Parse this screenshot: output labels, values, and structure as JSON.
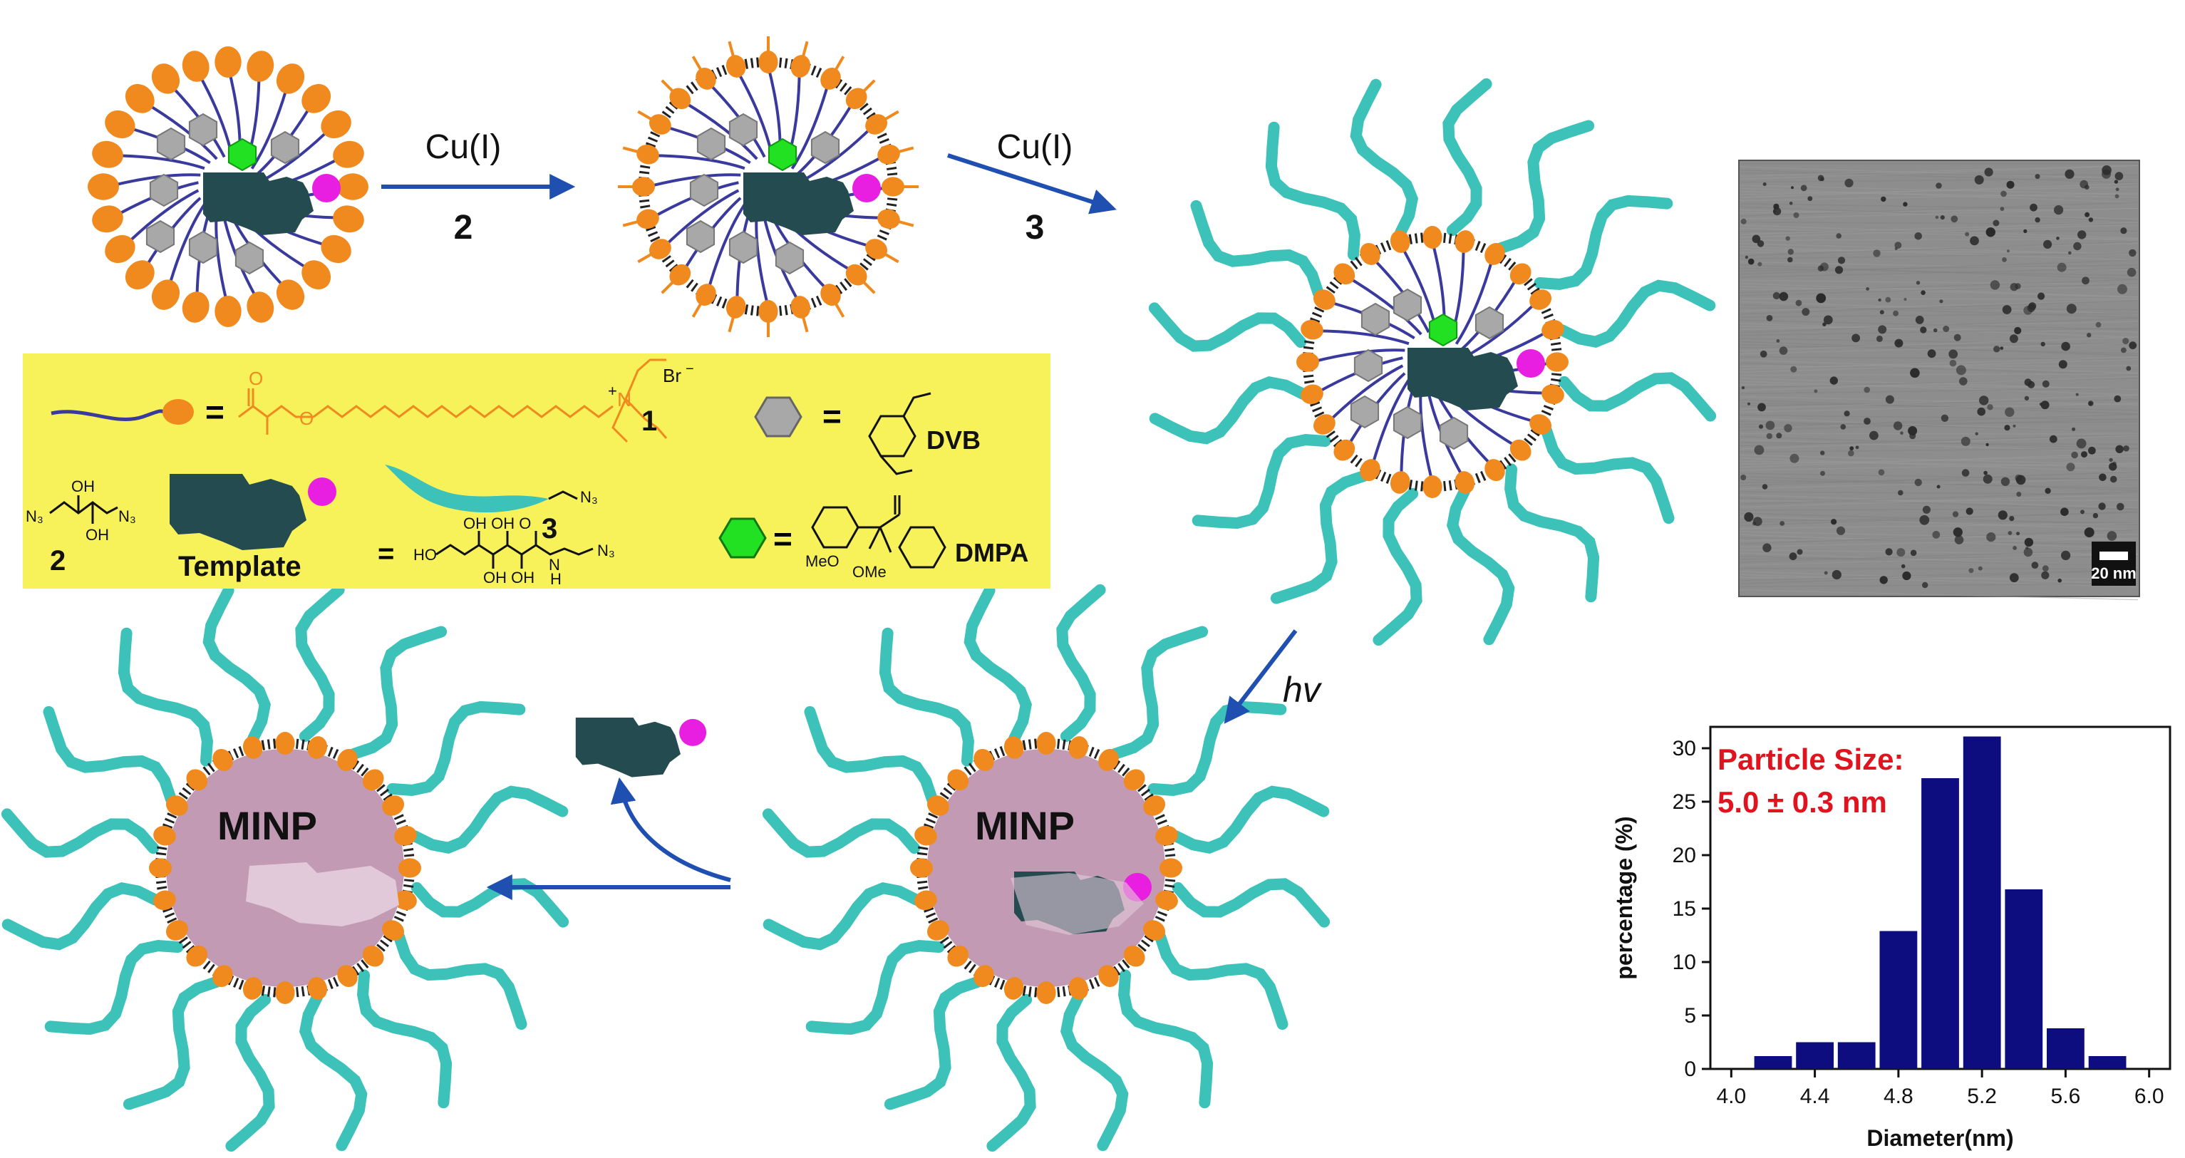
{
  "scheme": {
    "step1": {
      "reagent": "Cu(I)",
      "number": "2"
    },
    "step2": {
      "reagent": "Cu(I)",
      "number": "3"
    },
    "step3": {
      "reagent": "hv"
    },
    "particle_label_1": "MINP",
    "particle_label_2": "MINP"
  },
  "legend": {
    "surfactant_eq": "=",
    "surfactant_number": "1",
    "counterion": "Br",
    "counterion_charge": "−",
    "ammonium_N": "N",
    "ammonium_charge": "+",
    "dvb_eq": "=",
    "dvb_label": "DVB",
    "dmpa_eq": "=",
    "dmpa_label": "DMPA",
    "dmpa_meo_1": "MeO",
    "dmpa_ome_2": "OMe",
    "diazide_number": "2",
    "diazide_n3_left": "N₃",
    "diazide_n3_right": "N₃",
    "diazide_oh_1": "OH",
    "diazide_oh_2": "OH",
    "template_label": "Template",
    "template_eq": "=",
    "template_n3": "N₃",
    "template_oh_top": "OH OH O",
    "template_oh_bottom": "OH OH",
    "template_ho": "HO",
    "template_nh": "N",
    "template_h": "H",
    "ligand_number": "3",
    "ligand_n3": "N₃"
  },
  "tem": {
    "scale_label": "20 nm"
  },
  "chart_data": {
    "type": "bar",
    "annotation": [
      "Particle Size:",
      "5.0 ± 0.3 nm"
    ],
    "xlabel": "Diameter(nm)",
    "ylabel": "percentage (%)",
    "x_ticks": [
      "4.0",
      "4.4",
      "4.8",
      "5.2",
      "5.6",
      "6.0"
    ],
    "y_ticks": [
      "0",
      "5",
      "10",
      "15",
      "20",
      "25",
      "30"
    ],
    "xlim": [
      3.9,
      6.1
    ],
    "ylim": [
      0,
      32
    ],
    "bar_width": 0.18,
    "x": [
      4.2,
      4.3,
      4.4,
      4.5,
      4.6,
      4.7,
      4.8,
      4.9,
      5.0,
      5.1,
      5.2,
      5.3,
      5.4,
      5.5,
      5.6,
      5.7,
      5.8
    ],
    "values": [
      1.2,
      2.5,
      2.5,
      12.9,
      27.2,
      31.1,
      16.8,
      3.8,
      1.2
    ],
    "bar_x": [
      4.2,
      4.4,
      4.6,
      4.8,
      5.0,
      5.2,
      5.4,
      5.6,
      5.8
    ],
    "colors": {
      "bar": "#0d0d80",
      "annotation": "#e0141e"
    }
  },
  "colors": {
    "headgroup": "#f08a1e",
    "tail": "#3a3a9e",
    "dvb": "#a8a8a8",
    "dmpa": "#22e022",
    "template": "#244c50",
    "tag": "#e81ee0",
    "ligand": "#3cc2b8",
    "minp": "#c29ab4",
    "legend_bg": "#f7f25a",
    "arrow": "#1f4fb0"
  }
}
